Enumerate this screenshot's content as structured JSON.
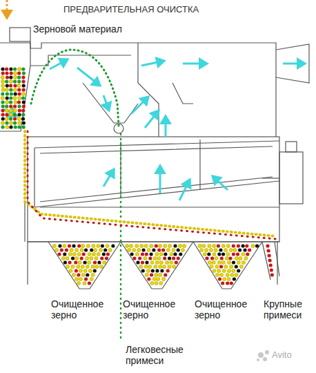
{
  "diagram": {
    "title": "ПРЕДВАРИТЕЛЬНАЯ ОЧИСТКА",
    "labels": [
      "Зерновой материал",
      "Очищенное зерно",
      "Очищенное зерно",
      "Очищенное зерно",
      "Крупные примеси",
      "Легковесные примеси",
      "Avito"
    ]
  }
}
